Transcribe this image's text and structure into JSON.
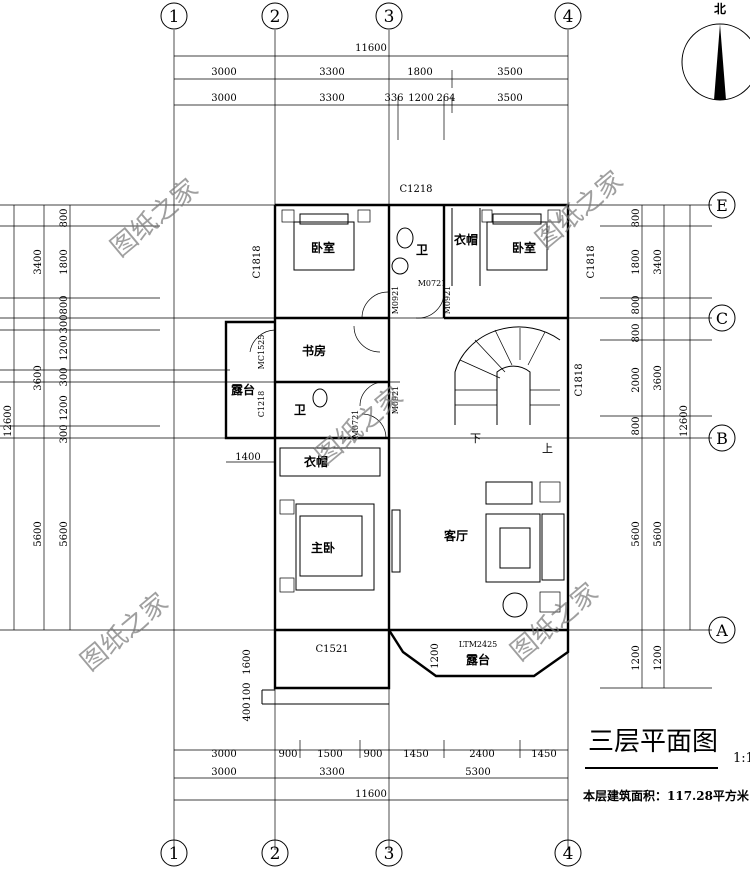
{
  "title": "三层平面图",
  "scale": "1:1",
  "area_note": "本层建筑面积：117.28平方米",
  "north": "北",
  "axes_top": [
    "1",
    "2",
    "3",
    "4"
  ],
  "axes_right": [
    "E",
    "C",
    "B",
    "A"
  ],
  "dims": {
    "top_total": "11600",
    "top_row1": [
      "3000",
      "3300",
      "1800",
      "3500"
    ],
    "top_row2": [
      "3000",
      "3300",
      "336",
      "1200",
      "264",
      "3500"
    ],
    "bottom_row1": [
      "3000",
      "900",
      "1500",
      "900",
      "1450",
      "2400",
      "1450"
    ],
    "bottom_row2": [
      "3000",
      "3300",
      "5300"
    ],
    "bottom_total": "11600",
    "left_outer": [
      "3400",
      "3600",
      "5600"
    ],
    "left_total": "12600",
    "left_inner": [
      "800",
      "1800",
      "800",
      "300",
      "1200",
      "300",
      "1200",
      "300",
      "5600"
    ],
    "right_outer": [
      "3400",
      "3600",
      "5600",
      "1200"
    ],
    "right_total": "12600",
    "right_inner": [
      "800",
      "1800",
      "800",
      "800",
      "2000",
      "800",
      "5600",
      "1200"
    ],
    "balcony_1400": "1400",
    "balcony_dims": [
      "1600",
      "100",
      "400"
    ],
    "balcony_1200": "1200"
  },
  "rooms": {
    "bedroom_left": "卧室",
    "bedroom_right": "卧室",
    "bath_top": "卫",
    "closet_top": "衣帽",
    "study": "书房",
    "terrace_left": "露台",
    "bath_mid": "卫",
    "closet_mid": "衣帽",
    "master": "主卧",
    "living": "客厅",
    "terrace_bottom": "露台",
    "stair_down": "下",
    "stair_up": "上"
  },
  "openings": {
    "c1218_top": "C1218",
    "c1818_left": "C1818",
    "c1818_right": "C1818",
    "c1818_stair": "C1818",
    "m0721_a": "M0721",
    "m0921_a": "M0921",
    "m0921_b": "M0921",
    "mc1525": "MC1525",
    "c1218_left": "C1218",
    "m0721_b": "M0721",
    "m0921_c": "M0921",
    "c1521": "C1521",
    "ltm2425": "LTM2425"
  },
  "watermark": "图纸之家"
}
